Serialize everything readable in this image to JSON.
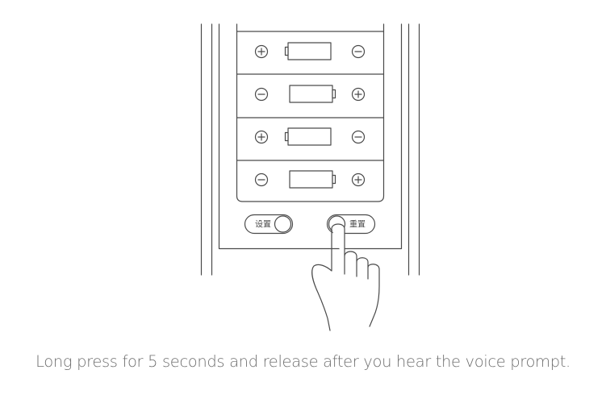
{
  "caption": "Long press for 5 seconds and release after you hear the voice prompt.",
  "buttons": {
    "set_label": "设置",
    "reset_label": "重置"
  },
  "battery_slots": [
    {
      "left_terminal": "+",
      "right_terminal": "−"
    },
    {
      "left_terminal": "−",
      "right_terminal": "+"
    },
    {
      "left_terminal": "+",
      "right_terminal": "−"
    },
    {
      "left_terminal": "−",
      "right_terminal": "+"
    }
  ],
  "colors": {
    "line": "#4a4a4a",
    "caption": "#6e6e6e",
    "background": "#ffffff"
  }
}
